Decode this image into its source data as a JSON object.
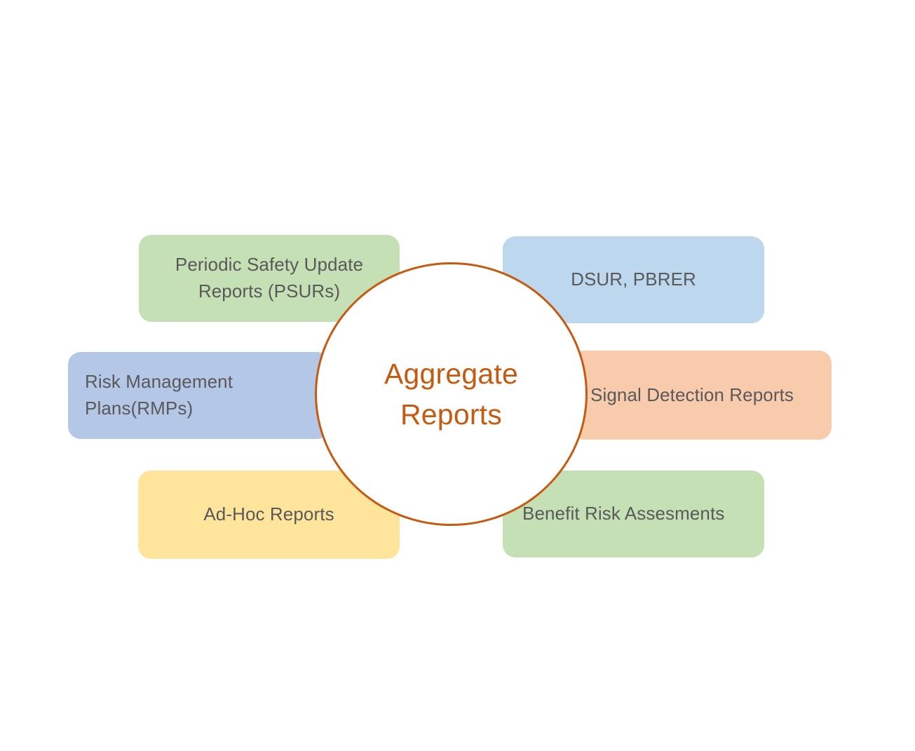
{
  "diagram": {
    "type": "hub-and-spoke",
    "background_color": "#ffffff",
    "center": {
      "label": "Aggregate\nReports",
      "text_color": "#c55a11",
      "border_color": "#c55a11",
      "fill_color": "#ffffff"
    },
    "text_color": "#595959",
    "nodes": [
      {
        "id": "psur",
        "label": "Periodic Safety Update\nReports (PSURs)",
        "color": "#c5e0b4",
        "position": "top-left",
        "align": "center"
      },
      {
        "id": "dsur",
        "label": "DSUR, PBRER",
        "color": "#bdd7ee",
        "position": "top-right",
        "align": "center"
      },
      {
        "id": "rmp",
        "label": "Risk Management\nPlans(RMPs)",
        "color": "#b4c7e7",
        "position": "middle-left",
        "align": "left"
      },
      {
        "id": "signal",
        "label": "Signal Detection Reports",
        "color": "#f8cbad",
        "position": "middle-right",
        "align": "left"
      },
      {
        "id": "adhoc",
        "label": "Ad-Hoc Reports",
        "color": "#ffe49c",
        "position": "bottom-left",
        "align": "center"
      },
      {
        "id": "benefit",
        "label": "Benefit Risk Assesments",
        "color": "#c5e0b4",
        "position": "bottom-right",
        "align": "left"
      }
    ]
  }
}
